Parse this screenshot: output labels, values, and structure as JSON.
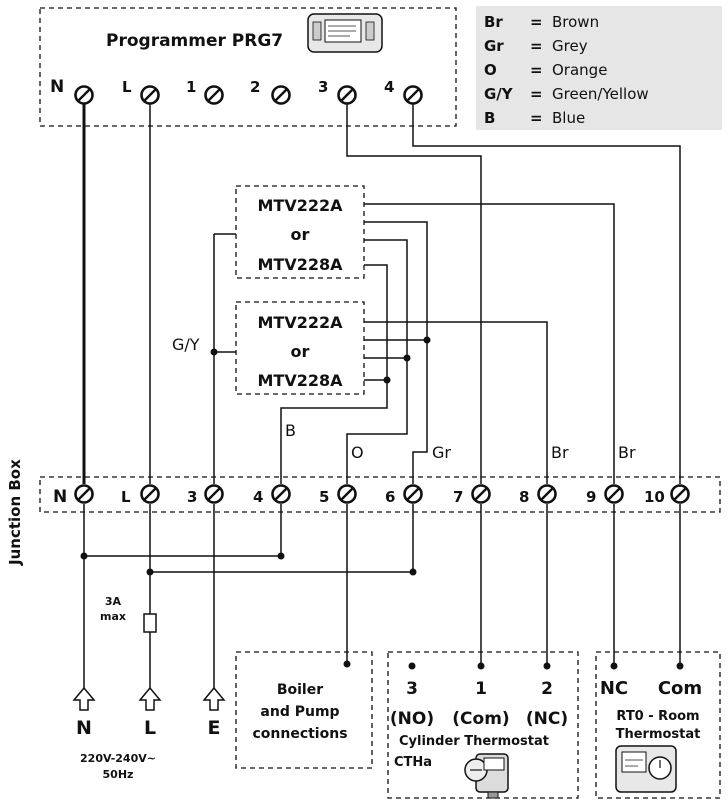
{
  "programmer": {
    "title": "Programmer PRG7",
    "terminals": [
      "N",
      "L",
      "1",
      "2",
      "3",
      "4"
    ]
  },
  "legend": {
    "background": "#e6e6e6",
    "items": [
      {
        "code": "Br",
        "eq": "=",
        "name": "Brown"
      },
      {
        "code": "Gr",
        "eq": "=",
        "name": "Grey"
      },
      {
        "code": "O",
        "eq": "=",
        "name": "Orange"
      },
      {
        "code": "G/Y",
        "eq": "=",
        "name": "Green/Yellow"
      },
      {
        "code": "B",
        "eq": "=",
        "name": "Blue"
      }
    ]
  },
  "valves": [
    {
      "line1": "MTV222A",
      "line2": "or",
      "line3": "MTV228A"
    },
    {
      "line1": "MTV222A",
      "line2": "or",
      "line3": "MTV228A"
    }
  ],
  "wire_labels": {
    "gy": "G/Y",
    "b": "B",
    "o": "O",
    "gr": "Gr",
    "br1": "Br",
    "br2": "Br"
  },
  "junction": {
    "title": "Junction Box",
    "terminals": [
      "N",
      "L",
      "3",
      "4",
      "5",
      "6",
      "7",
      "8",
      "9",
      "10"
    ]
  },
  "supply": {
    "fuse_label_1": "3A",
    "fuse_label_2": "max",
    "arrows": [
      "N",
      "L",
      "E"
    ],
    "voltage_1": "220V-240V~",
    "voltage_2": "50Hz"
  },
  "boiler": {
    "line1": "Boiler",
    "line2": "and Pump",
    "line3": "connections"
  },
  "cylinder": {
    "t_nums": [
      "3",
      "1",
      "2"
    ],
    "t_names": [
      "(NO)",
      "(Com)",
      "(NC)"
    ],
    "title": "Cylinder Thermostat",
    "model": "CTHa"
  },
  "room": {
    "t_labels": [
      "NC",
      "Com"
    ],
    "title_1": "RT0 - Room",
    "title_2": "Thermostat"
  }
}
